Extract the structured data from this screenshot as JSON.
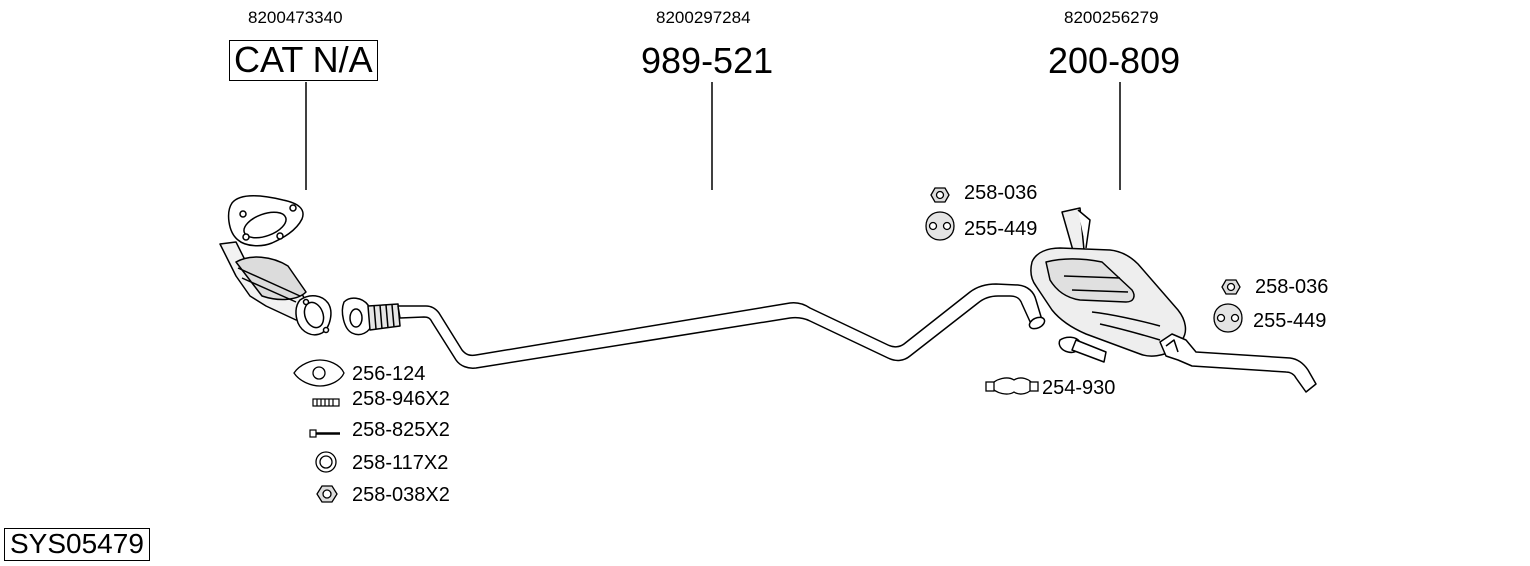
{
  "diagram": {
    "system_code": "SYS05479",
    "sections": [
      {
        "oem": "8200473340",
        "part": "CAT N/A"
      },
      {
        "oem": "8200297284",
        "part": "989-521"
      },
      {
        "oem": "8200256279",
        "part": "200-809"
      }
    ],
    "accessories": {
      "front_gasket": "256-124",
      "front_stud": "258-946X2",
      "front_bolt": "258-825X2",
      "front_ring": "258-117X2",
      "front_nut": "258-038X2",
      "rear_clamp": "254-930",
      "rear_nut_1": "258-036",
      "rear_mount_1": "255-449",
      "rear_nut_2": "258-036",
      "rear_mount_2": "255-449"
    }
  }
}
